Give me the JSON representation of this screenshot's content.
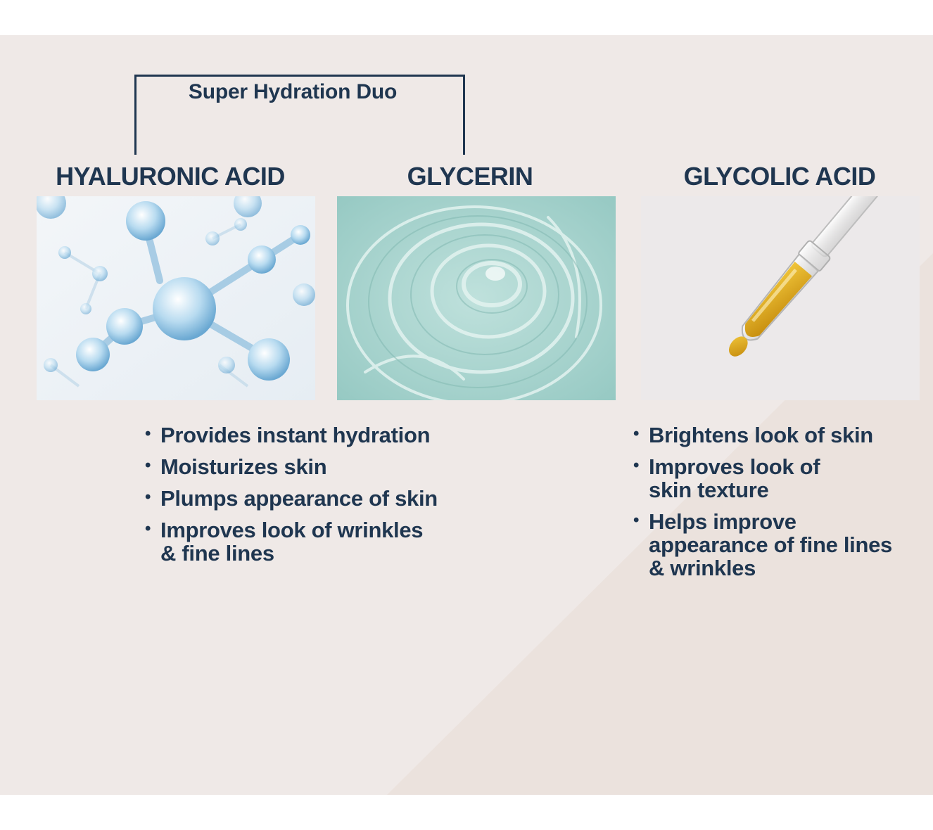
{
  "duo_label": "Super Hydration Duo",
  "ingredients": [
    {
      "name": "HYALURONIC ACID",
      "image_icon": "molecule-icon"
    },
    {
      "name": "GLYCERIN",
      "image_icon": "gel-swirl-icon"
    },
    {
      "name": "GLYCOLIC ACID",
      "image_icon": "dropper-icon"
    }
  ],
  "duo_benefits": [
    {
      "line1": "Provides instant hydration"
    },
    {
      "line1": "Moisturizes skin"
    },
    {
      "line1": "Plumps appearance of skin"
    },
    {
      "line1": "Improves look of wrinkles",
      "line2": "& fine lines"
    }
  ],
  "glycolic_benefits": [
    {
      "line1": "Brightens look of skin"
    },
    {
      "line1": "Improves look of",
      "line2": "skin texture"
    },
    {
      "line1": "Helps improve",
      "line2": "appearance of fine lines",
      "line3": "& wrinkles"
    }
  ],
  "colors": {
    "text": "#1f3650",
    "panel": "#efe9e7",
    "panel_diagonal": "#ebe2dd",
    "molecule_blue": "#8fc1e0",
    "gel_teal": "#a5d2cd",
    "oil_gold": "#d9a81b"
  }
}
